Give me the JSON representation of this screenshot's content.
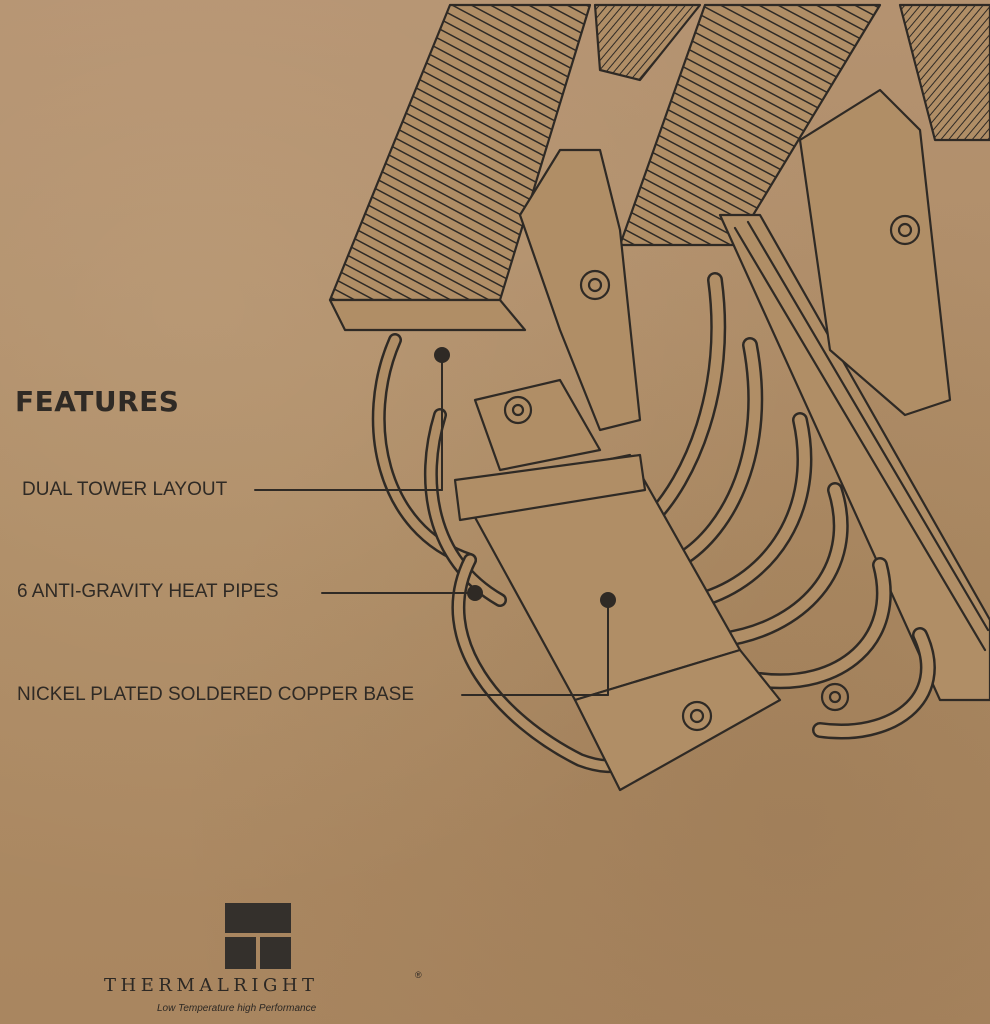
{
  "heading": "FEATURES",
  "features": [
    "DUAL TOWER LAYOUT",
    "6 ANTI-GRAVITY HEAT PIPES",
    "NICKEL PLATED SOLDERED COPPER BASE"
  ],
  "brand": {
    "name": "THERMALRIGHT",
    "registered": "®",
    "tagline": "Low Temperature high Performance"
  },
  "colors": {
    "cardboard": "#b08e66",
    "ink": "#2f2a25"
  }
}
